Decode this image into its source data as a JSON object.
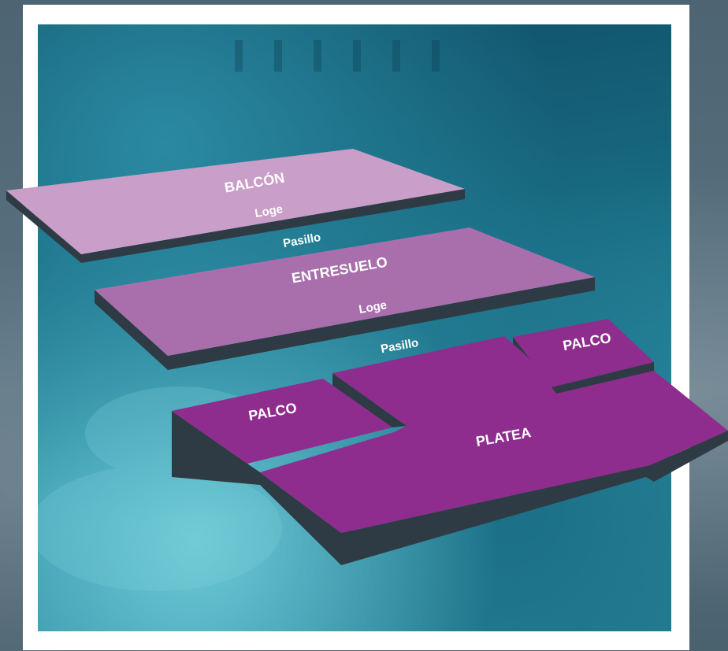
{
  "sections": {
    "balcon": "BALCÓN",
    "balcon_loge": "Loge",
    "pasillo_1": "Pasillo",
    "entresuelo": "ENTRESUELO",
    "entresuelo_loge": "Loge",
    "pasillo_2": "Pasillo",
    "palco_right": "PALCO",
    "palco_left": "PALCO",
    "platea": "PLATEA"
  },
  "colors": {
    "balcon": "#c99ec8",
    "entresuelo": "#a96fad",
    "platea": "#8e2d8d",
    "shadow": "#2f3b44",
    "photo_tint": "#2a8aa2"
  }
}
